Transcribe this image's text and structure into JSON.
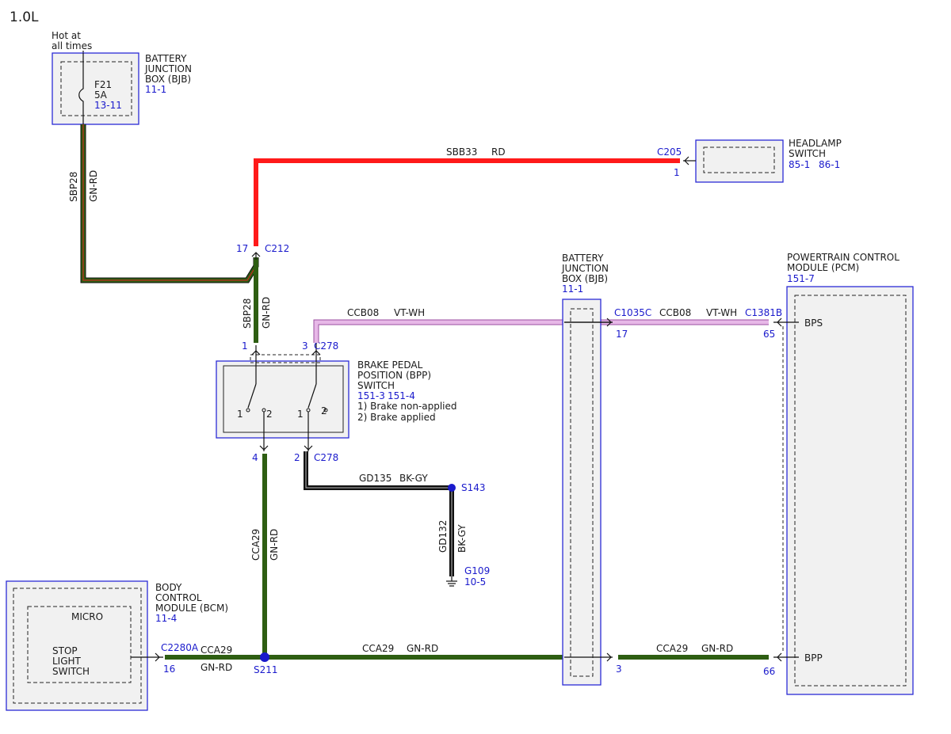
{
  "title": "1.0L",
  "bjb_top": {
    "hot_line1": "Hot at",
    "hot_line2": "all times",
    "fuse_name": "F21",
    "fuse_rating": "5A",
    "fuse_ref": "13-11",
    "name_line1": "BATTERY",
    "name_line2": "JUNCTION",
    "name_line3": "BOX (BJB)",
    "ref": "11-1"
  },
  "headlamp": {
    "name_line1": "HEADLAMP",
    "name_line2": "SWITCH",
    "ref1": "85-1",
    "ref2": "86-1",
    "connector": "C205",
    "pin": "1"
  },
  "bpp": {
    "name_line1": "BRAKE PEDAL",
    "name_line2": "POSITION (BPP)",
    "name_line3": "SWITCH",
    "ref1": "151-3",
    "ref2": "151-4",
    "note1": "1) Brake non-applied",
    "note2": "2) Brake applied",
    "sw_a_1": "1",
    "sw_a_2": "2",
    "sw_b_1": "1",
    "sw_b_2": "2",
    "pin1": "1",
    "pin3": "3",
    "pin4": "4",
    "pin2": "2",
    "conn_top": "C278",
    "conn_bottom": "C278"
  },
  "c212": {
    "connector": "C212",
    "pin": "17"
  },
  "bjb_mid": {
    "name_line1": "BATTERY",
    "name_line2": "JUNCTION",
    "name_line3": "BOX (BJB)",
    "ref": "11-1",
    "conn_top": "C1035C",
    "pin_top": "17",
    "pin_bottom": "3"
  },
  "pcm": {
    "name_line1": "POWERTRAIN CONTROL",
    "name_line2": "MODULE (PCM)",
    "ref": "151-7",
    "conn": "C1381B",
    "pin_bps": "65",
    "bps": "BPS",
    "pin_bpp": "66",
    "bpp": "BPP"
  },
  "bcm": {
    "name_line1": "BODY",
    "name_line2": "CONTROL",
    "name_line3": "MODULE (BCM)",
    "ref": "11-4",
    "micro": "MICRO",
    "stop1": "STOP",
    "stop2": "LIGHT",
    "stop3": "SWITCH",
    "conn": "C2280A",
    "pin": "16"
  },
  "ground": {
    "splice": "S143",
    "ground_name": "G109",
    "ground_ref": "10-5"
  },
  "splice_s211": "S211",
  "wires": {
    "sbp28_top_circuit": "SBP28",
    "sbp28_top_color": "GN-RD",
    "sbb33_circuit": "SBB33",
    "sbb33_color": "RD",
    "sbp28_mid_circuit": "SBP28",
    "sbp28_mid_color": "GN-RD",
    "ccb08_a_circuit": "CCB08",
    "ccb08_a_color": "VT-WH",
    "ccb08_b_circuit": "CCB08",
    "ccb08_b_color": "VT-WH",
    "gd135_circuit": "GD135",
    "gd135_color": "BK-GY",
    "gd132_circuit": "GD132",
    "gd132_color": "BK-GY",
    "cca29_vert_circuit": "CCA29",
    "cca29_vert_color": "GN-RD",
    "cca29_bcm_circuit": "CCA29",
    "cca29_bcm_color": "GN-RD",
    "cca29_mid_circuit": "CCA29",
    "cca29_mid_color": "GN-RD",
    "cca29_pcm_circuit": "CCA29",
    "cca29_pcm_color": "GN-RD"
  },
  "colors": {
    "green": "#2e5e12",
    "red_wire": "#ff1a1a",
    "red_stripe": "#e02020",
    "violet": "#d98fd9",
    "black": "#111111",
    "blue_text": "#1a1acc"
  }
}
